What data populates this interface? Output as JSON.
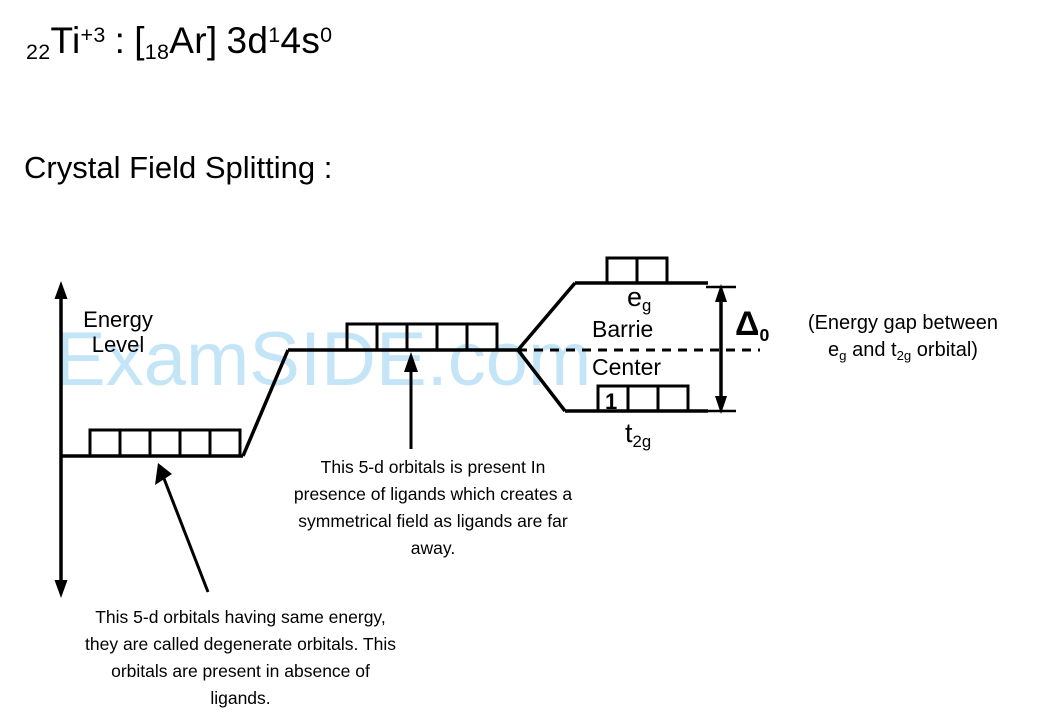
{
  "formula": {
    "atomic_number": "22",
    "element": "Ti",
    "charge": "+3",
    "colon": ":",
    "bracket_open": "[",
    "core_number": "18",
    "core_element": "Ar",
    "bracket_close": "]",
    "config_3d": "3d",
    "config_3d_count": "1",
    "config_4s": "4s",
    "config_4s_count": "0"
  },
  "heading": "Crystal Field Splitting :",
  "watermark": "ExamSIDE.com",
  "axis": {
    "label_line1": "Energy",
    "label_line2": "Level"
  },
  "levels": {
    "free_ion": {
      "boxes": 5,
      "filled": 0
    },
    "spherical": {
      "boxes": 5,
      "filled": 0
    },
    "eg": {
      "label": "e",
      "sublabel": "g",
      "boxes": 2,
      "filled": 0
    },
    "t2g": {
      "label": "t",
      "sublabel": "2g",
      "boxes": 3,
      "filled": 1,
      "electron_glyph": "1"
    }
  },
  "barrie": "Barrie",
  "center": "Center",
  "delta": {
    "symbol": "Δ",
    "subscript": "0"
  },
  "gap_caption": {
    "line1": "(Energy gap between",
    "line2_pre": "e",
    "line2_sub1": "g",
    "line2_mid": " and t",
    "line2_sub2": "2g",
    "line2_post": " orbital)"
  },
  "caption_middle": "This 5-d orbitals is present In presence of ligands which creates a symmetrical field as ligands are far away.",
  "caption_bottom": "This 5-d orbitals having same energy, they are called degenerate orbitals. This orbitals are present in absence of ligands.",
  "colors": {
    "ink": "#000000",
    "background": "#ffffff",
    "watermark": "#c3e5f7"
  },
  "chart_data": {
    "type": "diagram",
    "title": "Crystal Field Splitting energy level diagram",
    "ylabel": "Energy Level",
    "levels": [
      {
        "name": "free ion (no ligands)",
        "relative_energy": 0,
        "orbitals": 5,
        "electrons": 0
      },
      {
        "name": "spherical field (symmetrical ligand field)",
        "relative_energy": 1,
        "orbitals": 5,
        "electrons": 0
      },
      {
        "name": "eg",
        "relative_energy": 1.6,
        "orbitals": 2,
        "electrons": 0
      },
      {
        "name": "t2g",
        "relative_energy": 0.6,
        "orbitals": 3,
        "electrons": 1
      }
    ],
    "annotations": [
      "Barrie Center",
      "Δ0 energy gap between eg and t2g orbital"
    ]
  }
}
